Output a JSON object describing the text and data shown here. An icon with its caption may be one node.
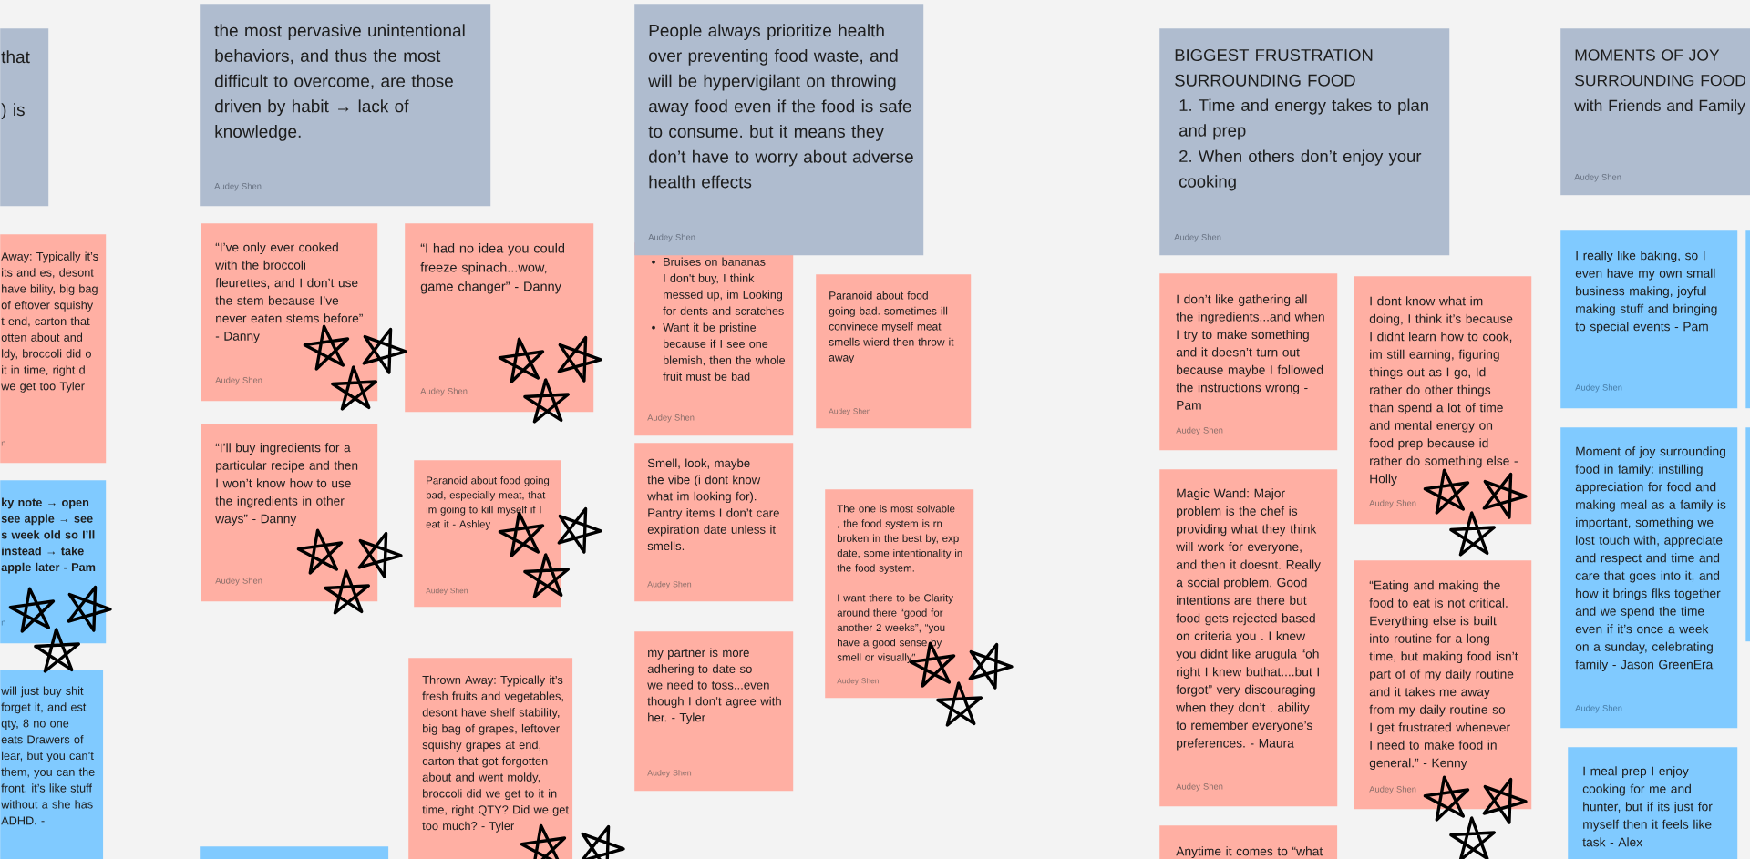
{
  "diagram": {
    "nodes": [
      {
        "text": [
          "that ) is"
        ]
      },
      {
        "text": [
          "Away: Typically it’s its and es, desont have bility, big bag of eftover squishy t end, carton that otten about and ldy, broccoli did o it in time, right d we get too Tyler",
          "n"
        ]
      },
      {
        "text": [
          "ky note → open see apple → see s week old so I’ll instead → take apple later - Pam",
          "n"
        ]
      },
      {
        "text": [
          "will just buy shit forget it, and est qty, 8 no one eats Drawers of lear, but you can’t them, you can the front. it’s like stuff without a she has ADHD. -"
        ]
      },
      {
        "text": [
          "the most pervasive unintentional behaviors, and thus the most difficult to overcome, are those driven by habit → lack of knowledge.",
          "Audey Shen"
        ]
      },
      {
        "text": [
          "“I’ve only ever cooked with the broccoli fleurettes, and I don’t use the stem because I’ve never eaten stems before” - Danny",
          "Audey Shen"
        ]
      },
      {
        "text": [
          "“I had no idea you could freeze spinach...wow, game changer” - Danny",
          "Audey Shen"
        ]
      },
      {
        "text": [
          "“I’ll buy ingredients for a particular recipe and then I won’t know how to use the ingredients in other ways” - Danny",
          "Audey Shen"
        ]
      },
      {
        "text": [
          "Paranoid about food going bad, especially meat, that im going to kill myself if I eat it - Ashley",
          "Audey Shen"
        ]
      },
      {
        "text": [
          "Thrown Away: Typically it’s fresh fruits and vegetables, desont have shelf stability, big bag of grapes, leftover squishy grapes at end, carton that got forgotten about and went moldy, broccoli did we get to it in time, right QTY? Did we get too much? - Tyler"
        ]
      },
      {
        "text": [],
        "shape": "box"
      },
      {
        "text": [
          "People always prioritize health over preventing food waste, and will be hypervigilant on throwing away food even if the food is safe to consume. but it means they don’t have to worry about adverse health effects",
          "Audey Shen"
        ]
      },
      {
        "text": [
          "Bruises on bananas I don't buy, I think messed up, im Looking for dents and scratches",
          "Want it be pristine because if I see one blemish, then the whole fruit must be bad",
          "Audey Shen"
        ]
      },
      {
        "text": [
          "Paranoid about food going bad. sometimes ill convinece myself meat smells wierd then throw it away",
          "Audey Shen"
        ]
      },
      {
        "text": [
          "Smell, look, maybe the vibe (i dont know what im looking for). Pantry items I don’t care expiration date unless it smells.",
          "Audey Shen"
        ]
      },
      {
        "text": [
          "The one is most solvable , the food system is rn broken in the best by, exp date, some intentionality in the food system.",
          "I want there to be Clarity around there “good for another 2 weeks”, “you have a good sense by smell or visually”",
          "Audey Shen"
        ]
      },
      {
        "text": [
          "my partner is more adhering to date so we need to toss...even though I don’t agree with her. - Tyler",
          "Audey Shen"
        ]
      },
      {
        "text": [
          "BIGGEST FRUSTRATION SURROUNDING FOOD",
          "1. Time and energy takes to plan and prep",
          "2. When others don’t enjoy your cooking",
          "Audey Shen"
        ]
      },
      {
        "text": [
          "I don’t like gathering all the ingredients...and when I try to make something and it doesn’t turn out because maybe I followed the instructions wrong - Pam",
          "Audey Shen"
        ]
      },
      {
        "text": [
          "I dont know what im doing, I think it’s because I didnt learn how to cook, im still earning, figuring things out as I go, Id rather do other things than spend a lot of time and mental energy on food prep because id rather do something else - Holly",
          "Audey Shen"
        ]
      },
      {
        "text": [
          "Magic Wand: Major problem is the chef is providing what they think will work for everyone, and then it doesnt. Really a social problem. Good intentions are there but food gets rejected based on criteria you . I knew you didnt like arugula “oh right I knew buthat....but I forgot” very discouraging when they don’t . ability to remember everyone’s preferences. - Maura",
          "Audey Shen"
        ]
      },
      {
        "text": [
          "“Eating and making the food to eat is not critical. Everything else is built into routine for a long time, but making food isn’t part of of my daily routine and it takes me away from my daily routine so I get frustrated whenever I need to make food in general.” - Kenny",
          "Audey Shen"
        ]
      },
      {
        "text": [
          "Anytime it comes to “what"
        ]
      },
      {
        "text": [
          "MOMENTS OF JOY SURROUNDING FOOD with Friends and Family",
          "Audey Shen"
        ]
      },
      {
        "text": [
          "I really like baking, so I even have my own small business making, joyful making stuff and bringing to special events - Pam",
          "Audey Shen"
        ]
      },
      {
        "text": [
          "Moment of joy surrounding food in family: instilling appreciation for food and making meal as a family is important, something we lost touch with, appreciate and respect and time and care that goes into it, and how it brings flks together and we spend the time even if it’s once a week on a sunday, celebrating family - Jason GreenEra",
          "Audey Shen"
        ]
      },
      {
        "text": [
          "I meal prep I enjoy cooking for me and hunter, but if its just for myself then it feels like task - Alex"
        ]
      },
      {
        "text": [],
        "shape": "box"
      },
      {
        "text": [],
        "shape": "box"
      }
    ]
  }
}
